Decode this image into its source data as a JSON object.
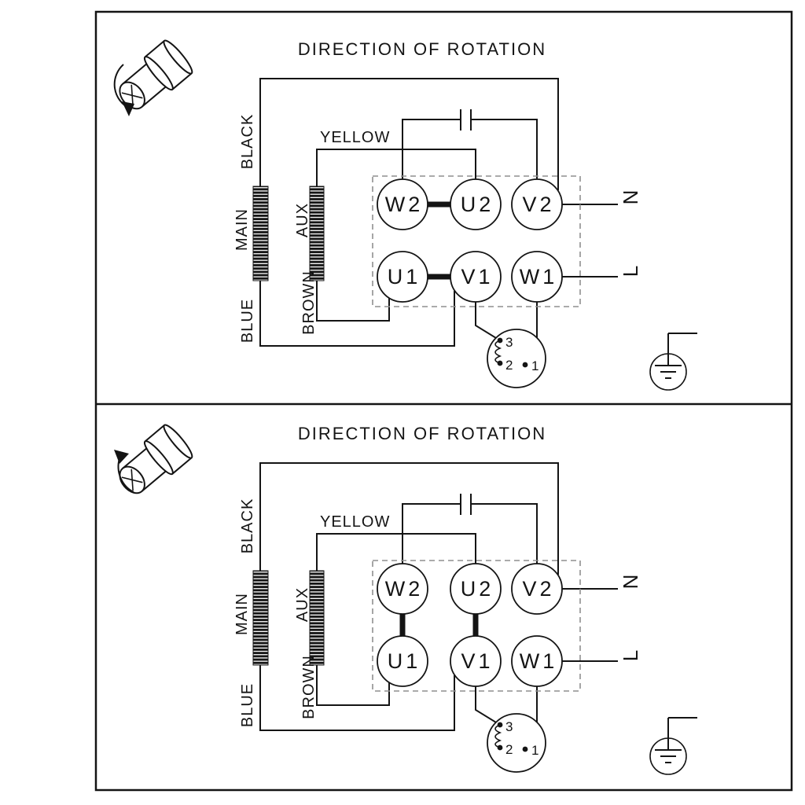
{
  "colors": {
    "line": "#141414",
    "terminal_box_dashed": "#8f8f8f",
    "background": "#ffffff"
  },
  "panel_top": {
    "title": "DIRECTION OF ROTATION",
    "wire_black_label": "BLACK",
    "winding_main_label": "MAIN",
    "wire_blue_label": "BLUE",
    "winding_aux_label": "AUX",
    "wire_brown_label": "BROWN",
    "wire_yellow_label": "YELLOW",
    "terminals_top_row": [
      "W2",
      "U2",
      "V2"
    ],
    "terminals_bottom_row": [
      "U1",
      "V1",
      "W1"
    ],
    "neutral_label": "N",
    "live_label": "L",
    "thermal_contacts": [
      "3",
      "2",
      "1"
    ],
    "bridge_links": [
      [
        "W2",
        "U2"
      ],
      [
        "U1",
        "V1"
      ]
    ]
  },
  "panel_bottom": {
    "title": "DIRECTION OF ROTATION",
    "wire_black_label": "BLACK",
    "winding_main_label": "MAIN",
    "wire_blue_label": "BLUE",
    "winding_aux_label": "AUX",
    "wire_brown_label": "BROWN",
    "wire_yellow_label": "YELLOW",
    "terminals_top_row": [
      "W2",
      "U2",
      "V2"
    ],
    "terminals_bottom_row": [
      "U1",
      "V1",
      "W1"
    ],
    "neutral_label": "N",
    "live_label": "L",
    "thermal_contacts": [
      "3",
      "2",
      "1"
    ],
    "bridge_links": [
      [
        "W2",
        "U1"
      ],
      [
        "U2",
        "V1"
      ]
    ]
  }
}
